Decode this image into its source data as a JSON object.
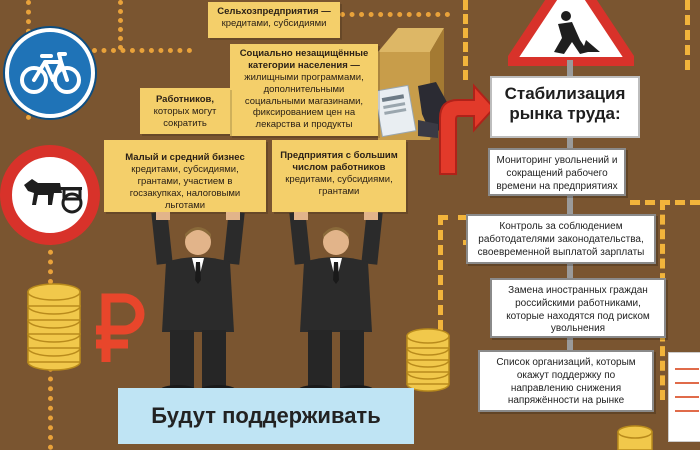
{
  "boxes": {
    "agri": {
      "title": "Сельхозпредприятия —",
      "text": "кредитами, субсидиями"
    },
    "social": {
      "title": "Социально незащищённые категории населения —",
      "text": "жилищными программами, дополнительными социальными магазинами, фиксированием цен на лекарства и продукты"
    },
    "workers": {
      "title": "Работников,",
      "text": "которых могут сократить"
    },
    "sme": {
      "title": "Малый и средний бизнес",
      "text": "кредитами, субсидиями, грантами, участием в госзакупках, налоговыми льготами"
    },
    "large": {
      "title": "Предприятия с большим числом работников",
      "text": "кредитами, субсидиями, грантами"
    }
  },
  "title_sign": "Стабилизация рынка труда:",
  "measures": [
    "Мониторинг увольнений и сокращений рабочего времени на предприятиях",
    "Контроль за соблюдением работодателями законодательства, своевременной выплатой зарплаты",
    "Замена иностранных граждан российскими работниками, которые находятся под риском увольнения",
    "Список организаций, которым окажут поддержку по направлению снижения напряжённости на рынке"
  ],
  "footer": "Будут поддерживать",
  "icons": {
    "bicycle": "bicycle-sign-icon",
    "horse": "no-horse-cart-sign-icon",
    "roadwork": "roadwork-warning-icon",
    "ruble": "ruble-icon",
    "coins": "coins-icon",
    "arrow": "red-arrow-icon"
  },
  "colors": {
    "background": "#7a5530",
    "yellow": "#f4cf6a",
    "red": "#d8322a",
    "blue": "#1f73b7",
    "footer": "#bfe4f4"
  }
}
